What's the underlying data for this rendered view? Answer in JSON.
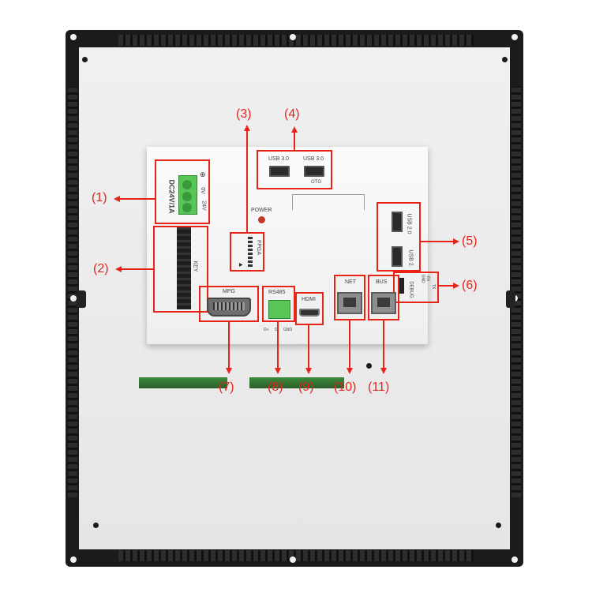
{
  "callouts": [
    "(1)",
    "(2)",
    "(3)",
    "(4)",
    "(5)",
    "(6)",
    "(7)",
    "(8)",
    "(9)",
    "(10)",
    "(11)"
  ],
  "ports": {
    "power_terminal": "DC24V/1A",
    "terminal_0v": "0V",
    "terminal_24v": "24V",
    "power_led": "POWER",
    "fpga": "FPGA",
    "key": "KEY",
    "usb30_a": "USB 3.0",
    "usb30_b": "USB 3.0",
    "otg": "OTG",
    "usb20_a": "USB 2.0",
    "usb20_b": "USB 2.",
    "debug": "DEBUG",
    "debug_gnd": "GND",
    "debug_rx": "RX",
    "debug_tx": "TX",
    "mpg": "MPG",
    "rs485": "RS485",
    "rs485_dp": "D+",
    "rs485_dm": "D-",
    "rs485_gnd": "GND",
    "hdmi": "HDMI",
    "net": "NET",
    "bus": "BUS"
  },
  "colors": {
    "callout_red": "#e8241a",
    "terminal_green": "#58c657",
    "frame_black": "#1b1b1b",
    "plate_gray": "#e9e9e9"
  }
}
